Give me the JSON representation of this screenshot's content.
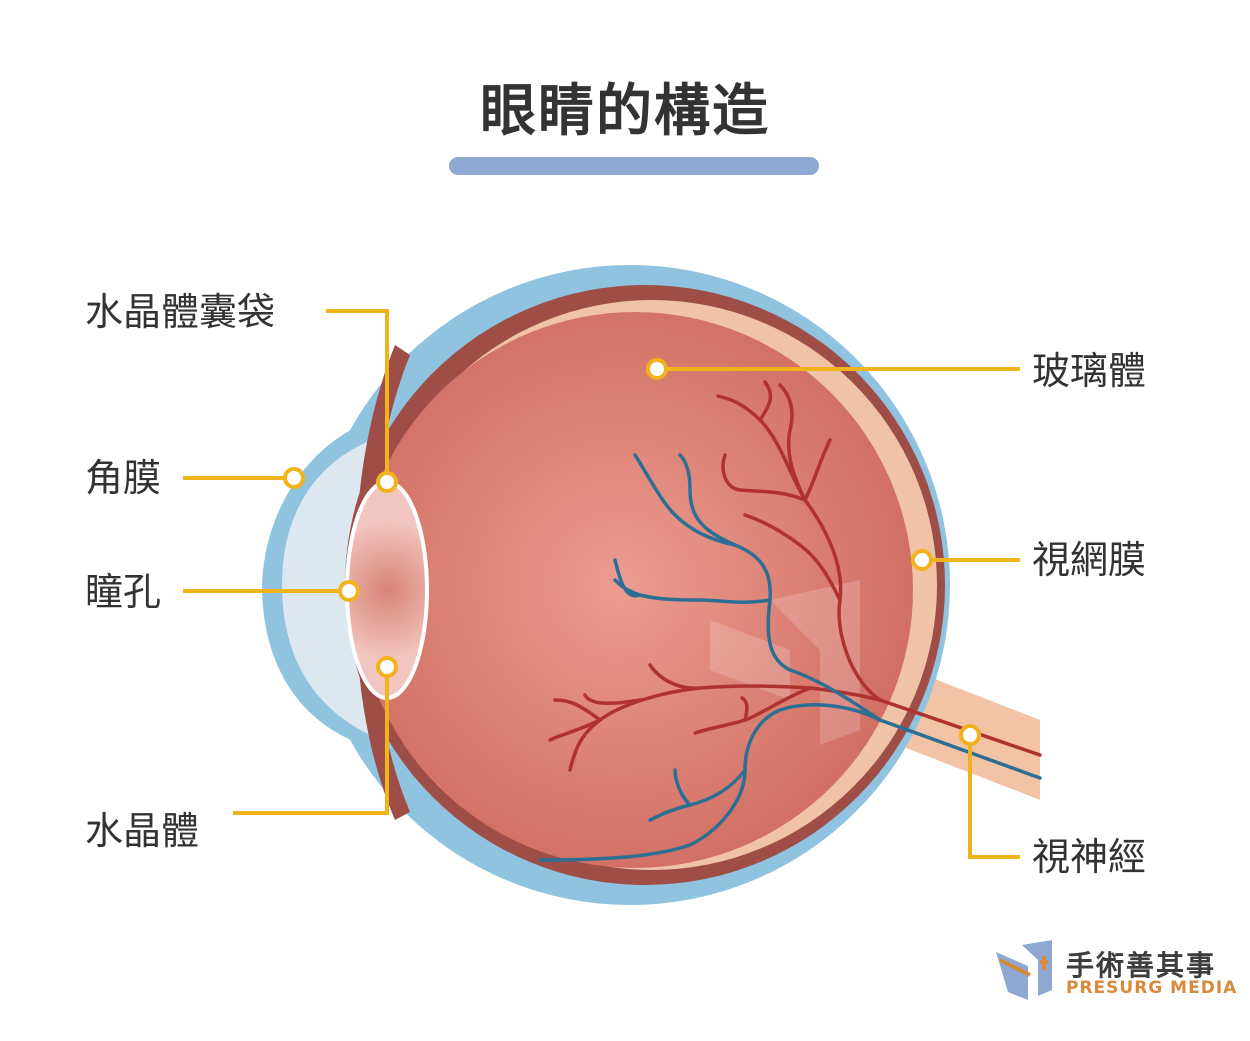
{
  "title": "眼睛的構造",
  "labels": {
    "lens_capsule": "水晶體囊袋",
    "cornea": "角膜",
    "pupil": "瞳孔",
    "lens": "水晶體",
    "vitreous": "玻璃體",
    "retina": "視網膜",
    "optic_nerve": "視神經"
  },
  "brand": {
    "name_cn": "手術善其事",
    "name_en": "PRESURG MEDIA"
  },
  "colors": {
    "leader_line": "#f1b31c",
    "sclera_blue": "#8fc3e0",
    "choroid": "#9e4e46",
    "vitreous": "#d9796c",
    "retina": "#f0c3a6",
    "artery": "#b0322e",
    "vein": "#2d6f94",
    "title_bar": "#8fa8d2"
  }
}
